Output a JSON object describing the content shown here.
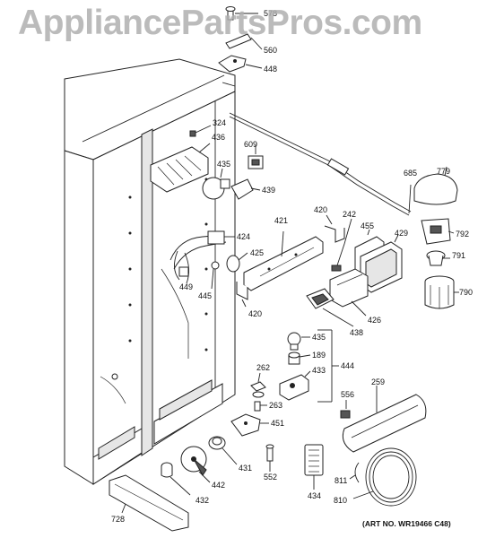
{
  "watermark": "AppliancePartsPros.com",
  "art_number": "(ART NO. WR19466 C48)",
  "part_labels": {
    "p578": "578",
    "p560": "560",
    "p448": "448",
    "p324": "324",
    "p436": "436",
    "p609": "609",
    "p435a": "435",
    "p439": "439",
    "p685": "685",
    "p779": "779",
    "p421": "421",
    "p420a": "420",
    "p242": "242",
    "p455": "455",
    "p429": "429",
    "p792": "792",
    "p424": "424",
    "p425": "425",
    "p791": "791",
    "p449": "449",
    "p445": "445",
    "p790": "790",
    "p420b": "420",
    "p426": "426",
    "p438": "438",
    "p435b": "435",
    "p189": "189",
    "p444": "444",
    "p433": "433",
    "p262": "262",
    "p263": "263",
    "p259": "259",
    "p556": "556",
    "p451": "451",
    "p431": "431",
    "p442": "442",
    "p552": "552",
    "p432": "432",
    "p811": "811",
    "p434": "434",
    "p810": "810",
    "p728": "728"
  }
}
